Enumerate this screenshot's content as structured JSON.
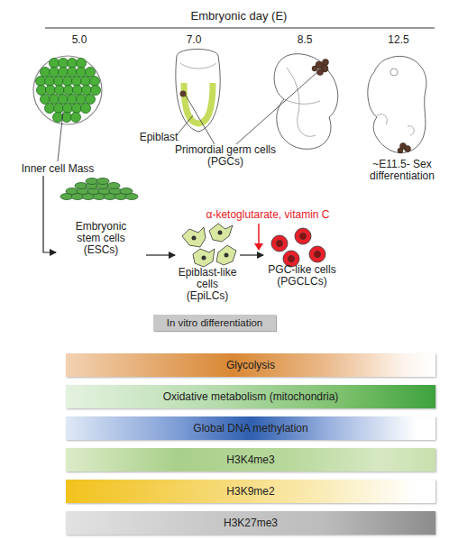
{
  "diagram": {
    "title": "Embryonic day (E)",
    "nodes": [
      {
        "text": [
          "Inner cell Mass"
        ]
      },
      {
        "text": [
          "Embryonic stem cells (ESCs)"
        ]
      },
      {
        "text": [
          "Epiblast-like cells (EpiLCs)"
        ]
      },
      {
        "text": [
          "PGC-like cells (PGCLCs)"
        ]
      },
      {
        "text": [
          "In vitro differentiation"
        ]
      },
      {
        "text": [
          "Glycolysis"
        ]
      },
      {
        "text": [
          "Oxidative metabolism (mitochondria)"
        ]
      },
      {
        "text": [
          "Global DNA methylation"
        ]
      },
      {
        "text": [
          "H3K4me3"
        ]
      },
      {
        "text": [
          "H3K9me2"
        ]
      },
      {
        "text": [
          "H3K27me3"
        ]
      }
    ],
    "edges": [
      {
        "from": 0,
        "to": 1,
        "arrow": "to"
      },
      {
        "from": 1,
        "to": 2,
        "arrow": "to"
      },
      {
        "from": 2,
        "to": 3,
        "arrow": "to"
      }
    ],
    "labels": [
      "5.0",
      "7.0",
      "8.5",
      "12.5",
      "Epiblast",
      "Primordial germ cells (PGCs)",
      "~E11.5- Sex differentiation",
      "α-ketoglutarate, vitamin C"
    ]
  }
}
